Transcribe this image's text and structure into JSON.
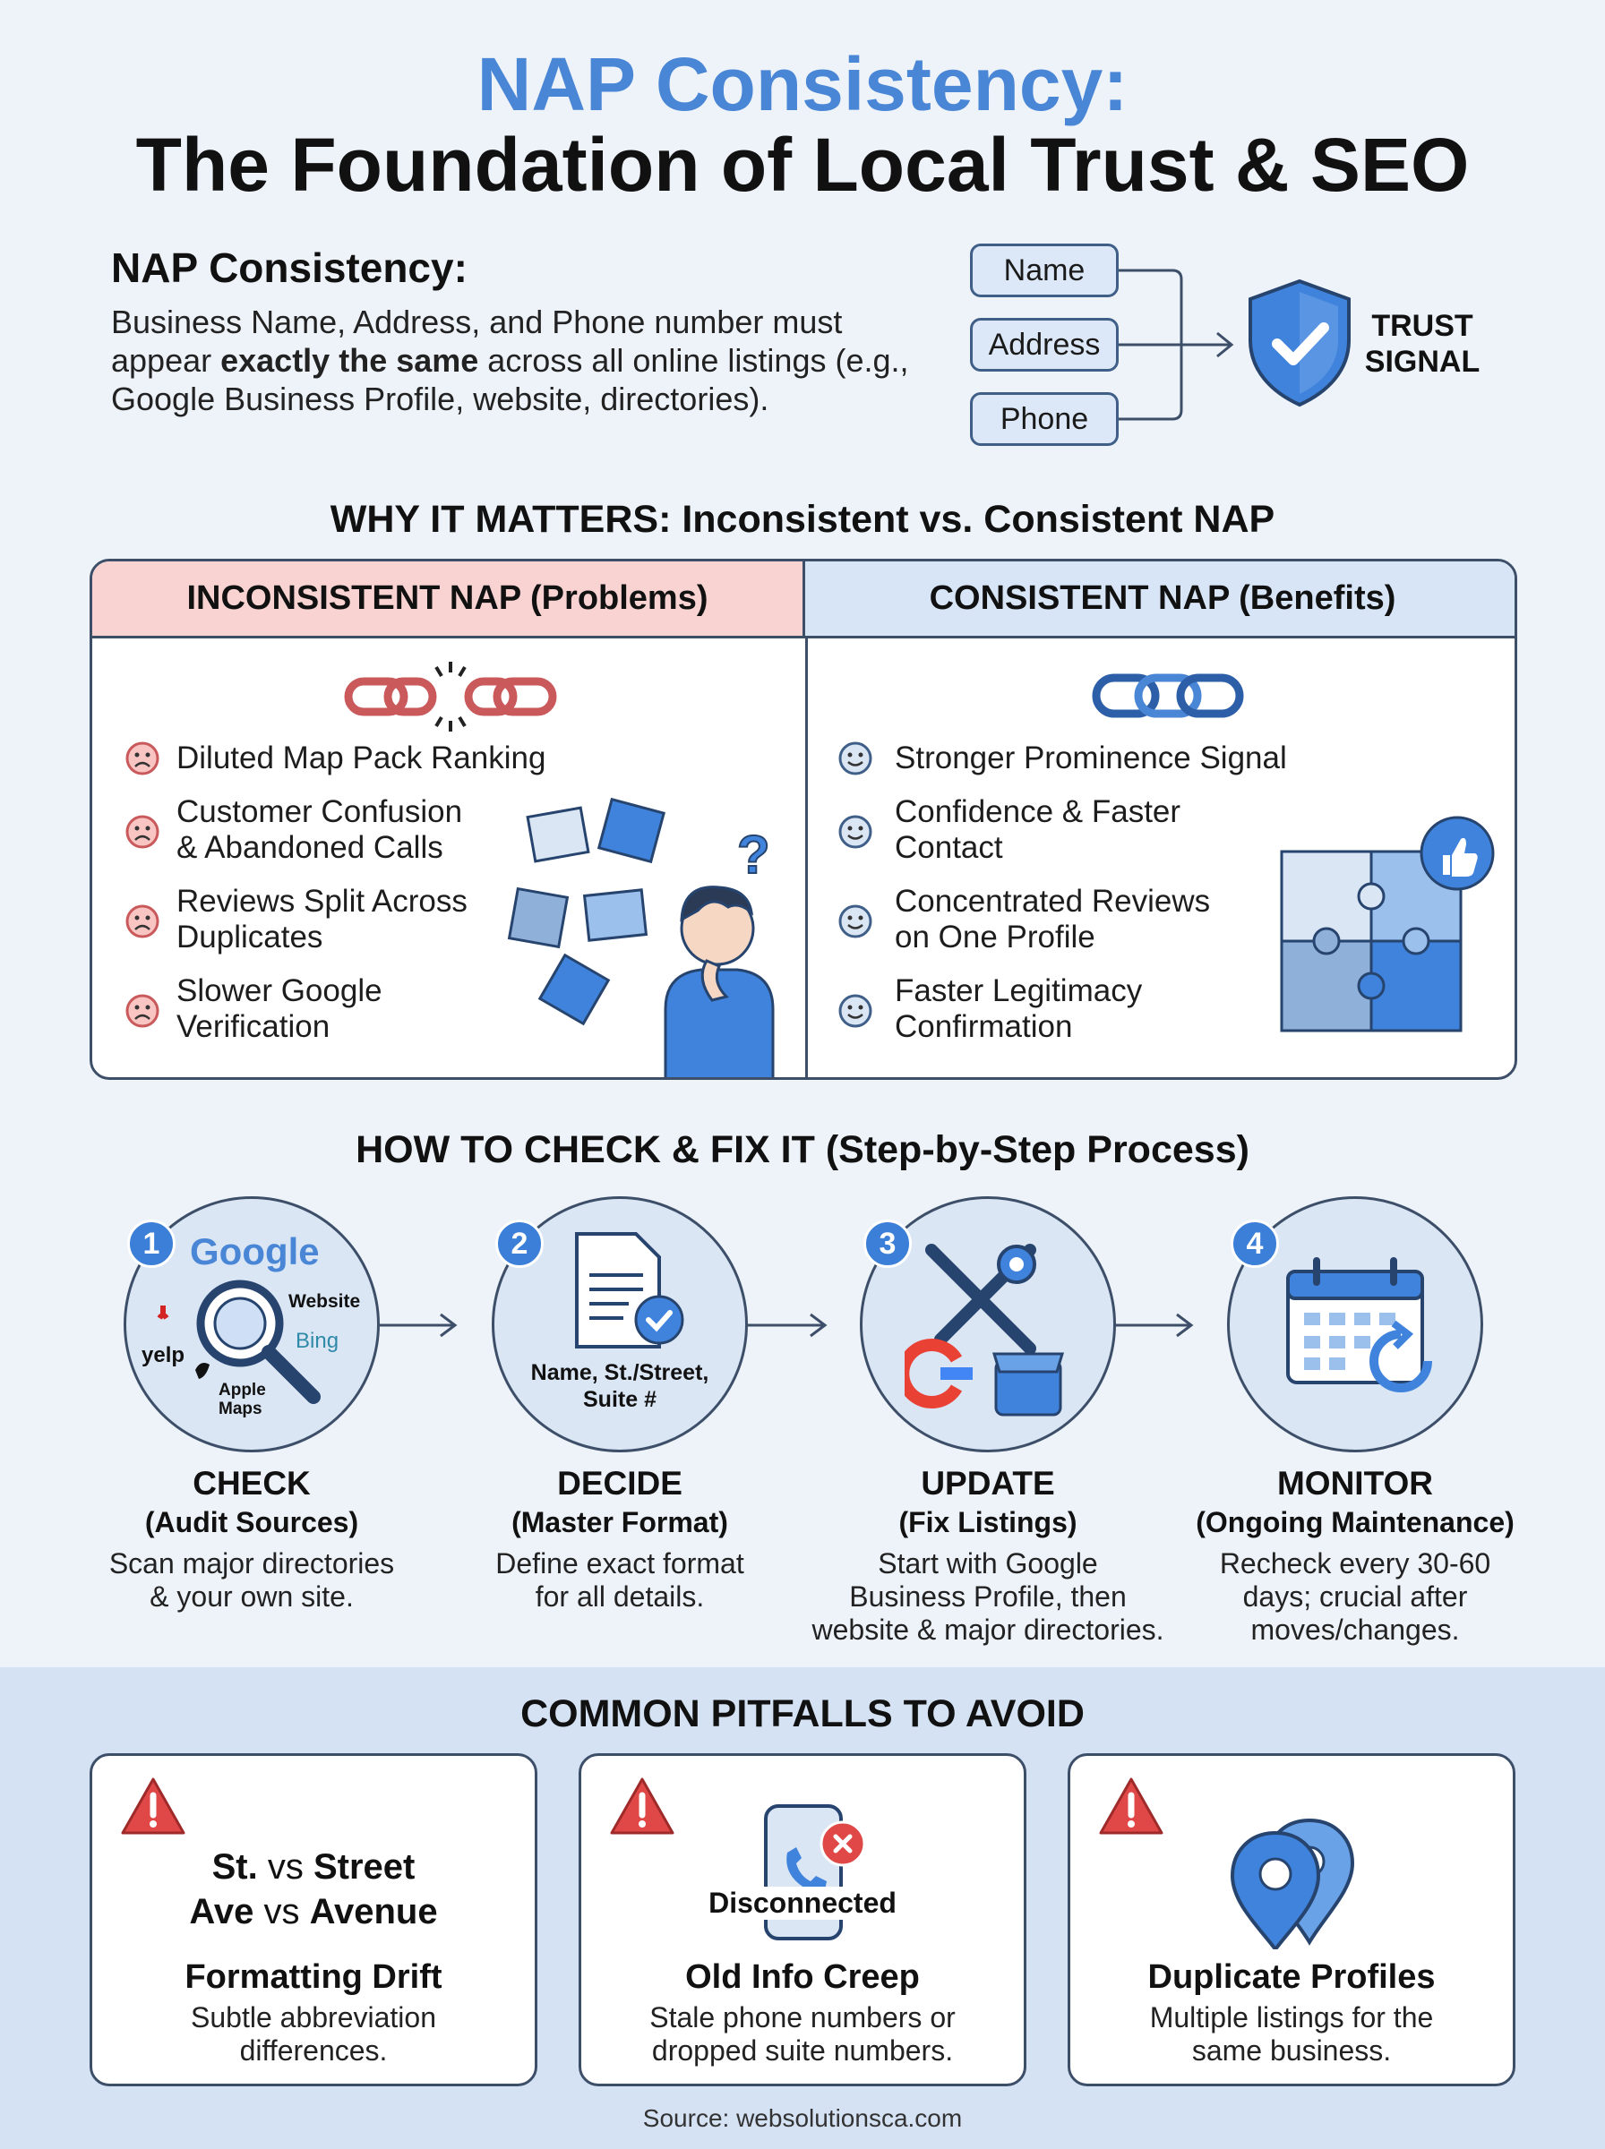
{
  "title": {
    "line1": "NAP Consistency:",
    "line2": "The Foundation of Local Trust & SEO"
  },
  "intro": {
    "heading": "NAP Consistency:",
    "text_before": "Business Name, Address, and Phone number must appear ",
    "text_bold": "exactly the same",
    "text_after": " across all online listings (e.g., Google Business Profile, website, directories)."
  },
  "nap_diagram": {
    "boxes": [
      "Name",
      "Address",
      "Phone"
    ],
    "trust_line1": "TRUST",
    "trust_line2": "SIGNAL"
  },
  "why": {
    "heading": "WHY IT MATTERS: Inconsistent vs. Consistent NAP",
    "inconsistent": {
      "header": "INCONSISTENT NAP (Problems)",
      "items": [
        "Diluted Map Pack Ranking",
        "Customer Confusion\n& Abandoned Calls",
        "Reviews Split Across\nDuplicates",
        "Slower Google\nVerification"
      ]
    },
    "consistent": {
      "header": "CONSISTENT NAP (Benefits)",
      "items": [
        "Stronger Prominence Signal",
        "Confidence & Faster\nContact",
        "Concentrated Reviews\non One Profile",
        "Faster Legitimacy\nConfirmation"
      ]
    }
  },
  "how": {
    "heading": "HOW TO CHECK & FIX IT (Step-by-Step Process)",
    "steps": [
      {
        "num": "1",
        "title": "CHECK",
        "sub": "(Audit Sources)",
        "desc": "Scan major directories\n& your own site.",
        "icon_labels": {
          "google": "Google",
          "website": "Website",
          "bing": "Bing",
          "yelp": "yelp",
          "apple": "Apple\nMaps"
        }
      },
      {
        "num": "2",
        "title": "DECIDE",
        "sub": "(Master Format)",
        "desc": "Define exact format\nfor all details.",
        "icon_label": "Name, St./Street,\nSuite #"
      },
      {
        "num": "3",
        "title": "UPDATE",
        "sub": "(Fix Listings)",
        "desc": "Start with Google\nBusiness Profile, then\nwebsite & major directories."
      },
      {
        "num": "4",
        "title": "MONITOR",
        "sub": "(Ongoing Maintenance)",
        "desc": "Recheck every 30-60\ndays; crucial after\nmoves/changes."
      }
    ]
  },
  "pitfalls": {
    "heading": "COMMON PITFALLS TO AVOID",
    "cards": [
      {
        "line1a": "St.",
        "line1b": " vs ",
        "line1c": "Street",
        "line2a": "Ave",
        "line2b": " vs ",
        "line2c": "Avenue",
        "title": "Formatting Drift",
        "desc": "Subtle abbreviation\ndifferences."
      },
      {
        "icon_label": "Disconnected",
        "title": "Old Info Creep",
        "desc": "Stale phone numbers or\ndropped suite numbers."
      },
      {
        "title": "Duplicate Profiles",
        "desc": "Multiple listings for the\nsame business."
      }
    ]
  },
  "source": "Source: websolutionsca.com",
  "colors": {
    "accent": "#4a86d6",
    "problem": "#f8d3d1",
    "benefit": "#d7e5f6",
    "warning": "#e04848",
    "badge": "#3c7fd8"
  }
}
